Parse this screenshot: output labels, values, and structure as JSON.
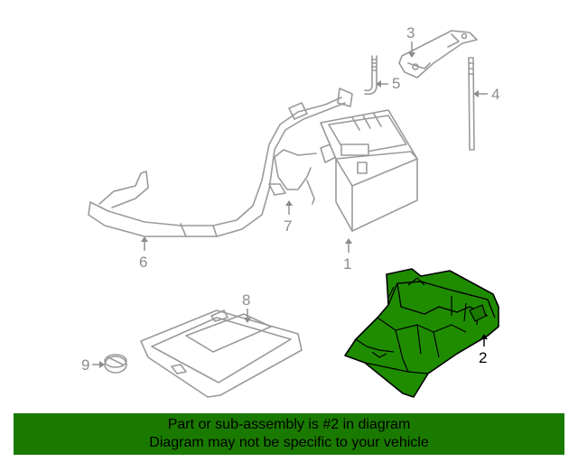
{
  "diagram": {
    "highlight_color": "#1a7a00",
    "callouts": [
      {
        "id": "1",
        "label": "1",
        "part": "battery"
      },
      {
        "id": "2",
        "label": "2",
        "part": "battery-tray",
        "highlighted": true
      },
      {
        "id": "3",
        "label": "3",
        "part": "hold-down-bracket"
      },
      {
        "id": "4",
        "label": "4",
        "part": "hold-down-rod"
      },
      {
        "id": "5",
        "label": "5",
        "part": "j-bolt"
      },
      {
        "id": "6",
        "label": "6",
        "part": "positive-cable"
      },
      {
        "id": "7",
        "label": "7",
        "part": "negative-cable"
      },
      {
        "id": "8",
        "label": "8",
        "part": "insulator-cover"
      },
      {
        "id": "9",
        "label": "9",
        "part": "cap"
      }
    ]
  },
  "banner": {
    "background": "#1a7a00",
    "line1": "Part or sub-assembly is #2 in diagram",
    "line2": "Diagram may not be specific to your vehicle"
  }
}
